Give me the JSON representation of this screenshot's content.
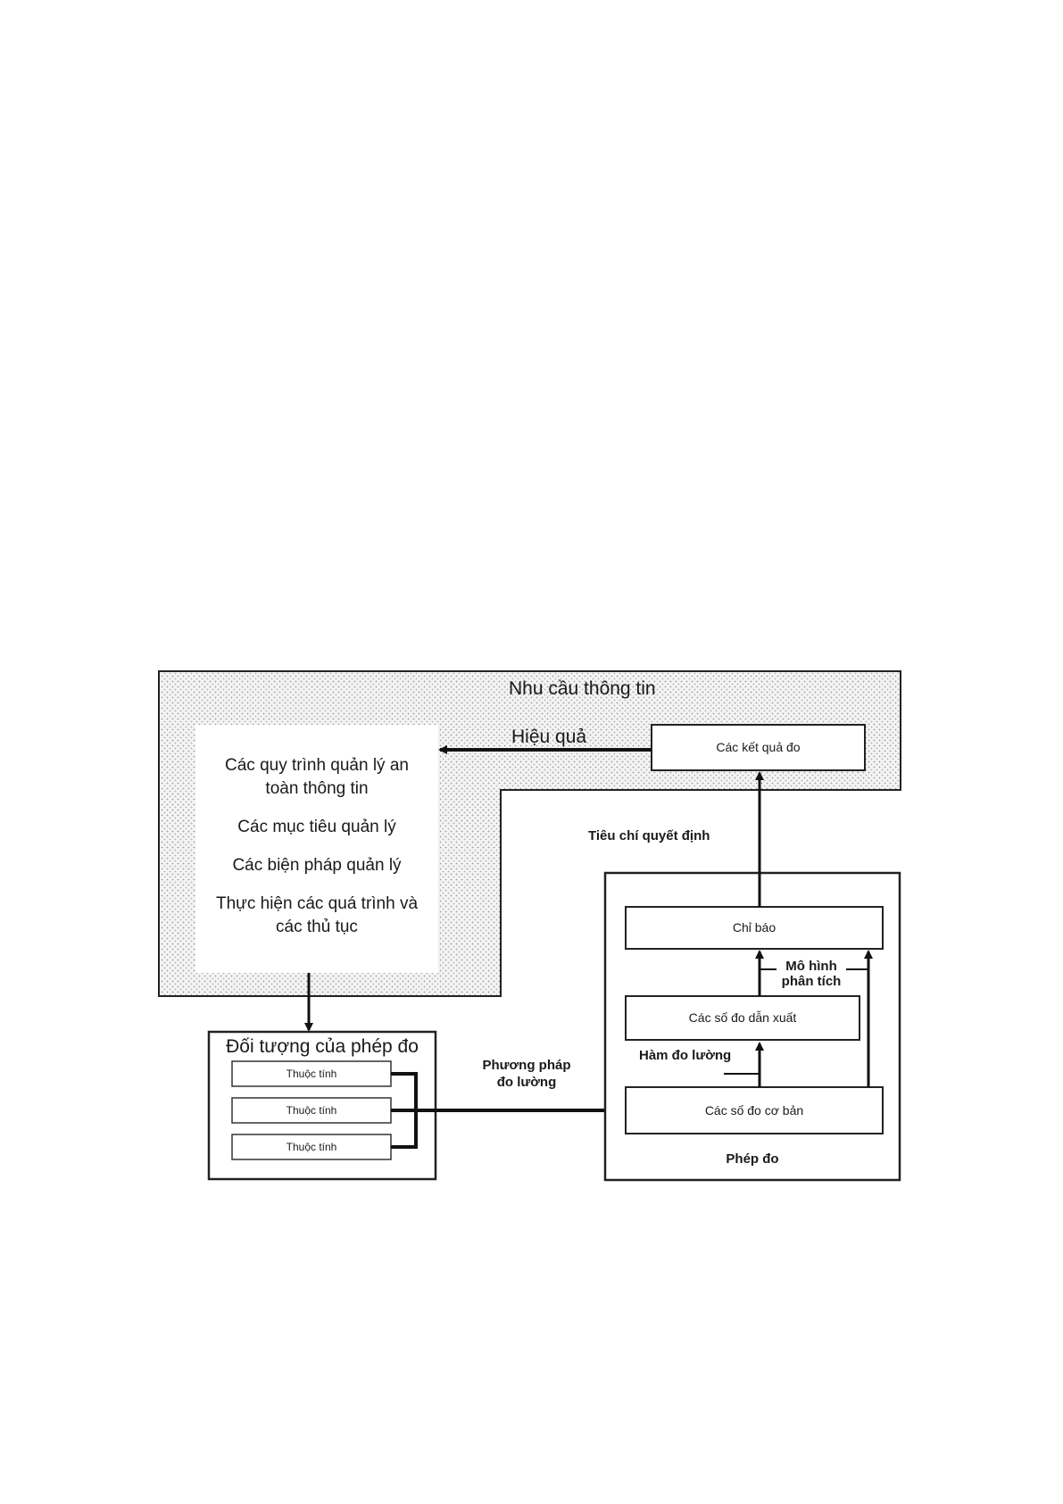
{
  "diagram": {
    "information_need": "Nhu cầu thông tin",
    "effectiveness": "Hiệu quả",
    "management_panel": {
      "lines": [
        "Các quy trình quản lý an",
        "toàn thông tin",
        "Các mục tiêu quản lý",
        "Các biện pháp quản lý",
        "Thực hiện các quá trình và",
        "các thủ tục"
      ]
    },
    "measurement_results": "Các kết quả đo",
    "decision_criteria": "Tiêu chí quyết định",
    "measurement_object": {
      "title": "Đối tượng của phép đo",
      "attributes": [
        "Thuộc tính",
        "Thuộc tính",
        "Thuộc tính"
      ]
    },
    "measurement_method": [
      "Phương pháp",
      "đo lường"
    ],
    "measurement": {
      "title": "Phép đo",
      "indicator": "Chỉ báo",
      "analysis_model": [
        "Mô hình",
        "phân tích"
      ],
      "derived_measures": "Các số đo dẫn xuất",
      "measurement_function": "Hàm đo lường",
      "base_measures": "Các số đo cơ bản"
    }
  }
}
